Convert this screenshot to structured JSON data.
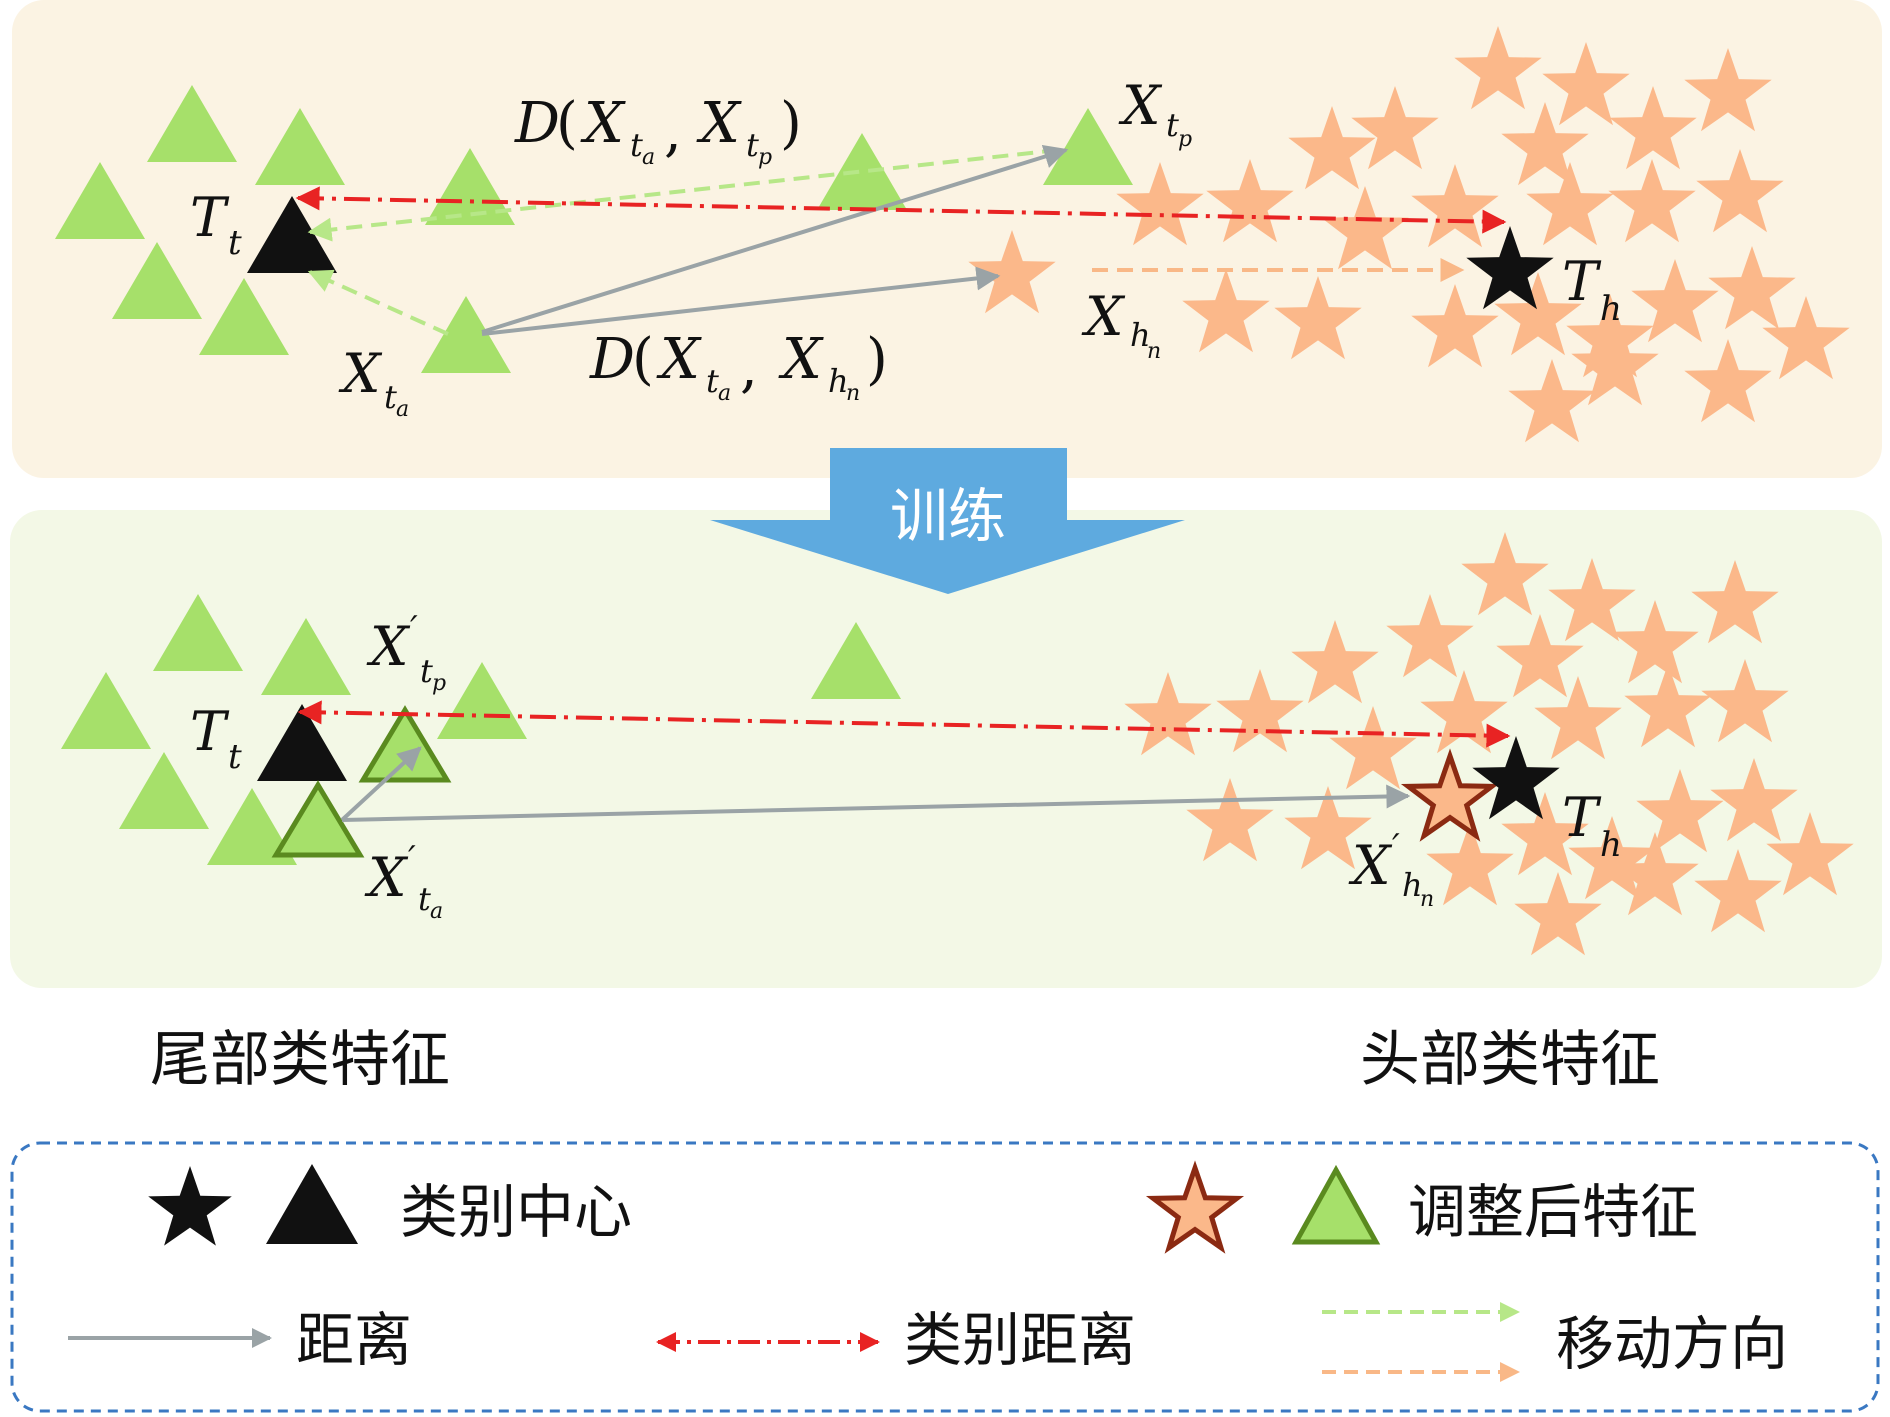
{
  "arrow_label": "训练",
  "top_panel": {
    "labels": {
      "Tt_main": "T",
      "Tt_sub": "t",
      "Th_main": "T",
      "Th_sub": "h",
      "Xta_main": "X",
      "Xta_sub": "t",
      "Xta_subsub": "a",
      "Xtp_main": "X",
      "Xtp_sub": "t",
      "Xtp_subsub": "p",
      "Xhn_main": "X",
      "Xhn_sub": "h",
      "Xhn_subsub": "n",
      "Dp_D": "D",
      "Dp_open": "(",
      "Dp_X1": "X",
      "Dp_t1": "t",
      "Dp_a1": "a",
      "Dp_comma": ",",
      "Dp_X2": "X",
      "Dp_t2": "t",
      "Dp_p2": "p",
      "Dp_close": ")",
      "Dn_D": "D",
      "Dn_open": "(",
      "Dn_X1": "X",
      "Dn_t1": "t",
      "Dn_a1": "a",
      "Dn_comma": ",",
      "Dn_X2": "X",
      "Dn_h2": "h",
      "Dn_n2": "n",
      "Dn_close": ")"
    }
  },
  "bottom_panel": {
    "labels": {
      "Tt_main": "T",
      "Tt_sub": "t",
      "Th_main": "T",
      "Th_sub": "h",
      "Xta_main": "X",
      "Xta_prime": "′",
      "Xta_sub": "t",
      "Xta_subsub": "a",
      "Xtp_main": "X",
      "Xtp_prime": "′",
      "Xtp_sub": "t",
      "Xtp_subsub": "p",
      "Xhn_main": "X",
      "Xhn_prime": "′",
      "Xhn_sub": "h",
      "Xhn_subsub": "n"
    }
  },
  "section_labels": {
    "tail": "尾部类特征",
    "head": "头部类特征"
  },
  "legend": {
    "class_center": "类别中心",
    "adjusted_feature": "调整后特征",
    "distance": "距离",
    "class_distance": "类别距离",
    "move_direction": "移动方向"
  },
  "colors": {
    "top_bg": "#fbf3e3",
    "bottom_bg": "#f3f8e6",
    "green_triangle": "#a6e06a",
    "orange_star": "#fbb88a",
    "black": "#111111",
    "gray_arrow": "#9aa3a6",
    "red_dashdot": "#e82323",
    "green_dash": "#b7e788",
    "orange_dash": "#f9b887",
    "blue_arrow": "#5eaadf",
    "legend_border": "#3a78c2",
    "adjusted_star_border": "#8b2a12",
    "adjusted_tri_border": "#5a8a1f"
  },
  "icons": [
    "star-icon",
    "triangle-icon",
    "arrow-icon"
  ]
}
